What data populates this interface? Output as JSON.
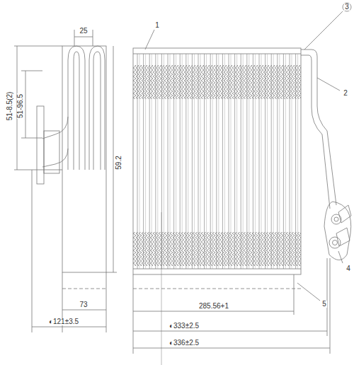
{
  "diagram": {
    "labels": [
      "25",
      "51-8.5(2)",
      "51-96.5",
      "59.2",
      "73",
      "◐121±3.5",
      "1",
      "3",
      "2",
      "285.56+1",
      "5",
      "◐333±2.5",
      "◐336±2.5",
      "4"
    ]
  }
}
